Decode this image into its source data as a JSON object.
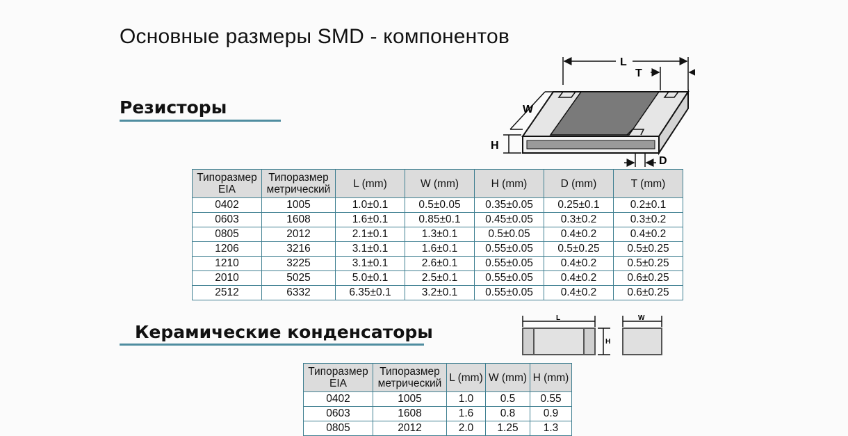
{
  "title": "Основные размеры SMD - компонентов",
  "resistors": {
    "heading": "Резисторы",
    "diagram_labels": {
      "l": "L",
      "t": "T",
      "w": "W",
      "h": "H",
      "d": "D"
    },
    "table": {
      "headers": [
        "Типоразмер EIA",
        "Типоразмер метрический",
        "L (mm)",
        "W (mm)",
        "H (mm)",
        "D (mm)",
        "T (mm)"
      ],
      "rows": [
        [
          "0402",
          "1005",
          "1.0±0.1",
          "0.5±0.05",
          "0.35±0.05",
          "0.25±0.1",
          "0.2±0.1"
        ],
        [
          "0603",
          "1608",
          "1.6±0.1",
          "0.85±0.1",
          "0.45±0.05",
          "0.3±0.2",
          "0.3±0.2"
        ],
        [
          "0805",
          "2012",
          "2.1±0.1",
          "1.3±0.1",
          "0.5±0.05",
          "0.4±0.2",
          "0.4±0.2"
        ],
        [
          "1206",
          "3216",
          "3.1±0.1",
          "1.6±0.1",
          "0.55±0.05",
          "0.5±0.25",
          "0.5±0.25"
        ],
        [
          "1210",
          "3225",
          "3.1±0.1",
          "2.6±0.1",
          "0.55±0.05",
          "0.4±0.2",
          "0.5±0.25"
        ],
        [
          "2010",
          "5025",
          "5.0±0.1",
          "2.5±0.1",
          "0.55±0.05",
          "0.4±0.2",
          "0.6±0.25"
        ],
        [
          "2512",
          "6332",
          "6.35±0.1",
          "3.2±0.1",
          "0.55±0.05",
          "0.4±0.2",
          "0.6±0.25"
        ]
      ]
    }
  },
  "capacitors": {
    "heading": "Керамические конденсаторы",
    "diagram_labels": {
      "l": "L",
      "h": "H",
      "w": "W"
    },
    "table": {
      "headers": [
        "Типоразмер EIA",
        "Типоразмер метрический",
        "L (mm)",
        "W (mm)",
        "H (mm)"
      ],
      "rows": [
        [
          "0402",
          "1005",
          "1.0",
          "0.5",
          "0.55"
        ],
        [
          "0603",
          "1608",
          "1.6",
          "0.8",
          "0.9"
        ],
        [
          "0805",
          "2012",
          "2.0",
          "1.25",
          "1.3"
        ]
      ]
    }
  }
}
